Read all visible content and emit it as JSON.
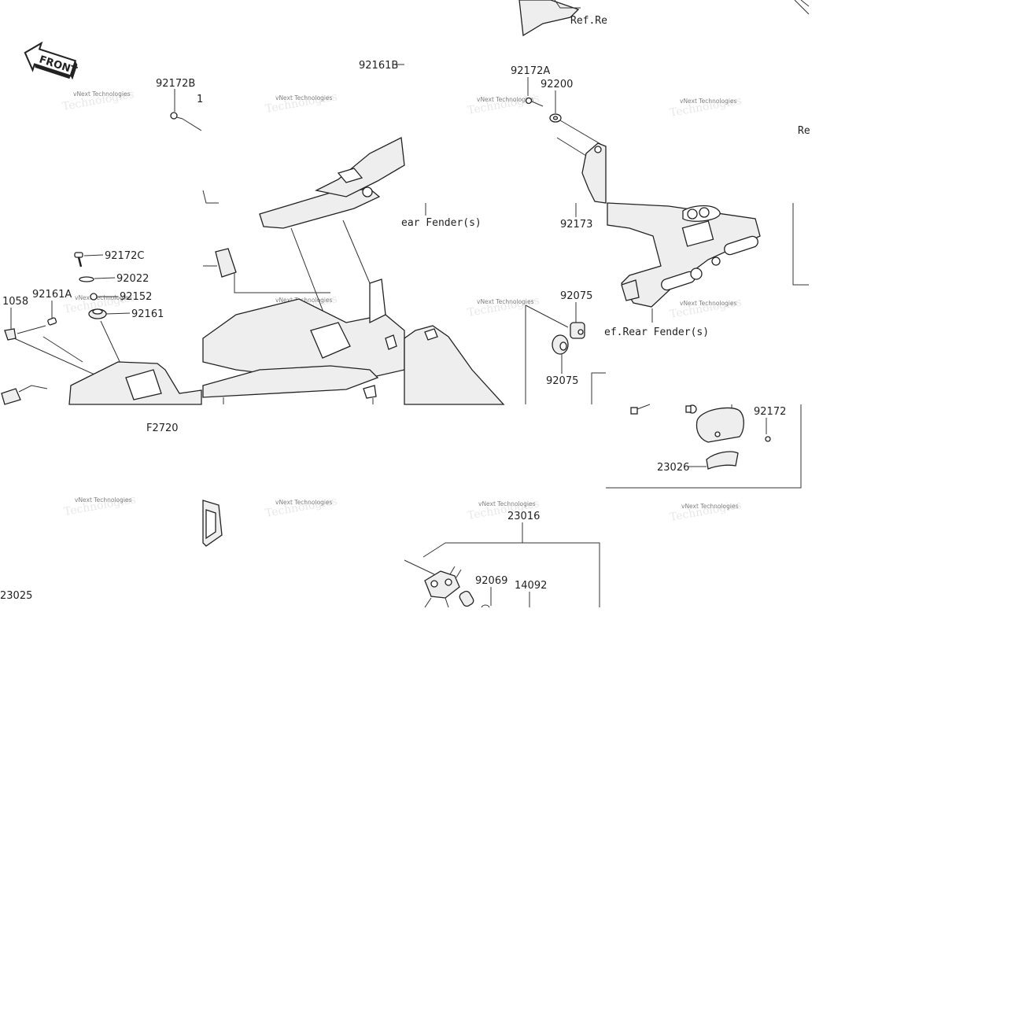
{
  "front_badge": "FRONT",
  "diagram_code": "F2720",
  "watermark": {
    "text": "vNext Technologies",
    "big_text": "Technologies"
  },
  "labels": {
    "p92172B": "92172B",
    "p92161B": "92161B",
    "p92172A": "92172A",
    "p92200": "92200",
    "p92173": "92173",
    "p92172C": "92172C",
    "p92022": "92022",
    "p92152": "92152",
    "p92161A": "92161A",
    "p92161": "92161",
    "p1058": "1058",
    "p92075a": "92075",
    "p92075b": "92075",
    "p92172": "92172",
    "p23026": "23026",
    "p23016": "23016",
    "p92069": "92069",
    "p14092": "14092",
    "p23025": "23025",
    "p1": "1",
    "ref_top": "Ref.Re",
    "ref_right": "Re",
    "ref_rear_fender_1": "ear Fender(s)",
    "ref_rear_fender_2": "ef.Rear Fender(s)"
  }
}
